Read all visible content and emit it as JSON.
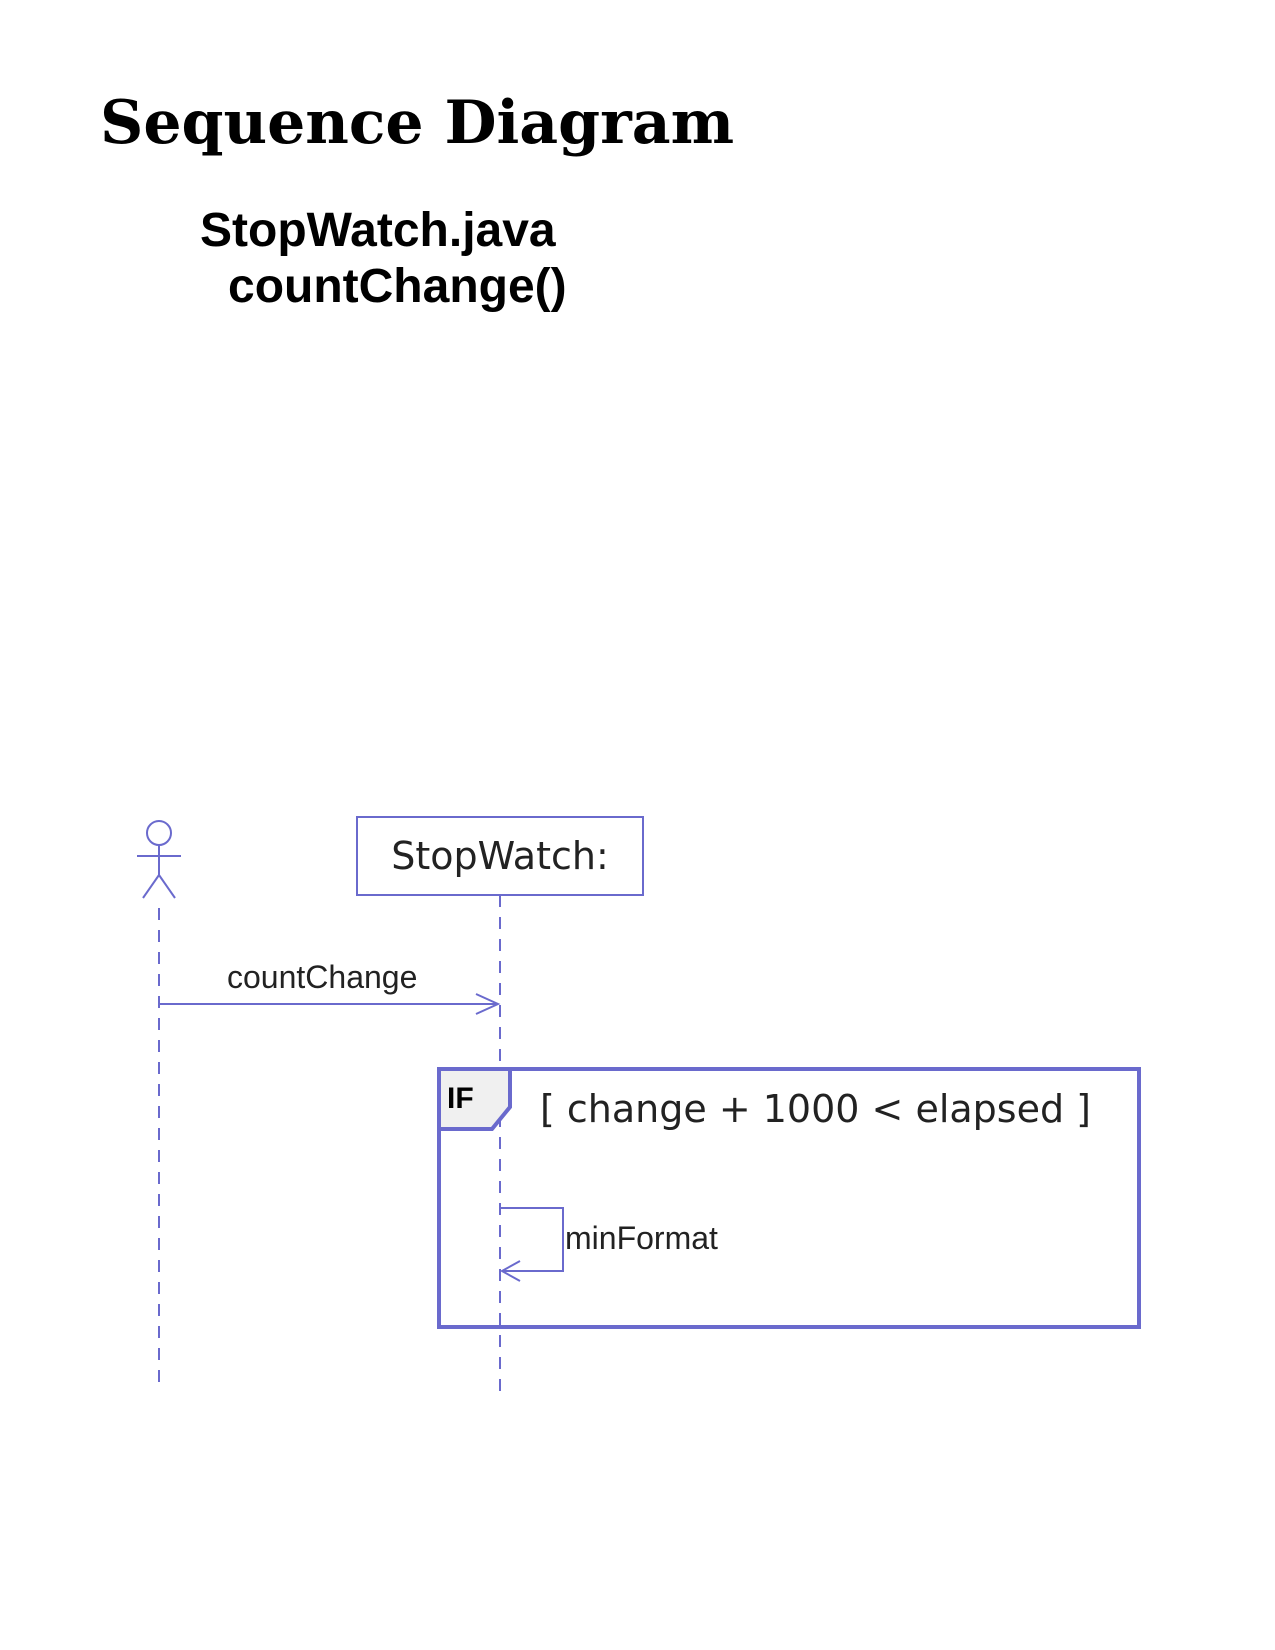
{
  "page": {
    "title": "Sequence Diagram",
    "source_file": "StopWatch.java",
    "method": "countChange()"
  },
  "diagram": {
    "colors": {
      "line": "#6a6acd",
      "frame_tab_fill": "#f0f0f0",
      "text": "#222222"
    },
    "participants": [
      {
        "kind": "actor",
        "icon": "actor-stick-figure-icon"
      },
      {
        "kind": "object",
        "label": "StopWatch:"
      }
    ],
    "messages": [
      {
        "from": "actor",
        "to": "StopWatch:",
        "label": "countChange"
      },
      {
        "from": "StopWatch:",
        "to": "StopWatch:",
        "label": "minFormat",
        "self": true
      }
    ],
    "fragment": {
      "operator": "IF",
      "guard": "[ change + 1000 < elapsed ]"
    }
  }
}
